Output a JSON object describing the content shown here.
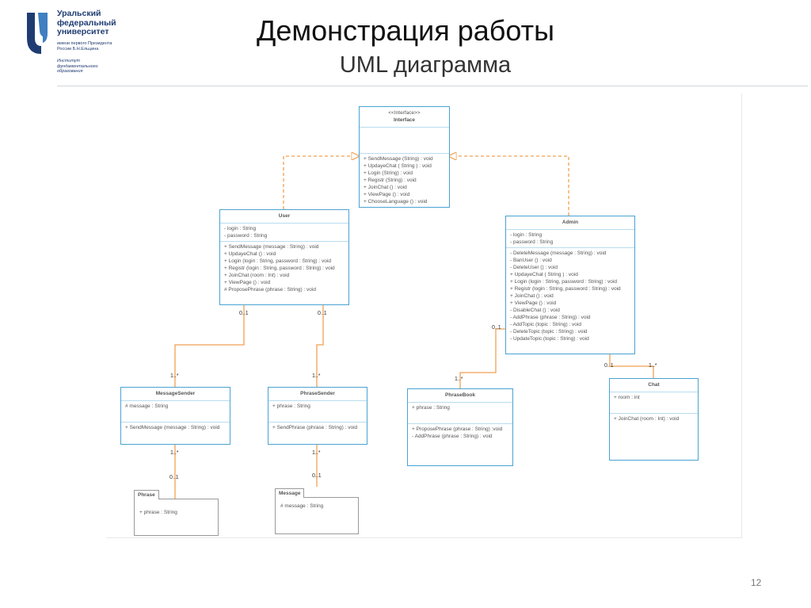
{
  "logo": {
    "name": "Уральский\nфедеральный\nуниверситет",
    "sub": "имени первого Президента\nРоссии Б.Н.Ельцина",
    "institute": "Институт\nфундаментального\nобразования",
    "color": "#1f3c72"
  },
  "slide": {
    "title": "Демонстрация работы",
    "subtitle": "UML диаграмма",
    "page_number": "12"
  },
  "diagram": {
    "classes": {
      "interface": {
        "stereotype": "<<Interface>>",
        "name": "Interface",
        "operations": [
          "+ SendMessage (String) : void",
          "+ UpdayeChat ( String ) : void",
          "+ Login (String) : void",
          "+ Registr (String) : void",
          "+ JoinChat () : void",
          "+ ViewPage () : void",
          "+ ChooseLanguage () : void"
        ]
      },
      "user": {
        "name": "User",
        "attributes": [
          "- login : String",
          "- password : String"
        ],
        "operations": [
          "+ SendMessage (message : String) : void",
          "+ UpdayeChat () : void",
          "+ Login (login : String, password : String) : void",
          "+ Registr (login : String, password : String) : void",
          "+ JoinChat (room : Int) : void",
          "+ ViewPage () : void",
          "# ProposePhrase (phrase : String) : void"
        ]
      },
      "admin": {
        "name": "Admin",
        "attributes": [
          "- login : String",
          "- password : String"
        ],
        "operations": [
          "- DeleteMessage (message : String) : void",
          "- BanUser () : void",
          "- DeleteUser () : void",
          "+ UpdayeChat ( String ) : void",
          "+ Login (login : String, password : String) : void",
          "+ Registr (login : String, password : String) : void",
          "+ JoinChat () : void",
          "+ ViewPage () : void",
          "- DisableChat () : void",
          "- AddPhrase (phrase : String) : void",
          "- AddTopic (topic : String) : void",
          "- DeleteTopic (topic : String) : void",
          "- UpdateTopic (topic : String) : void"
        ]
      },
      "message_sender": {
        "name": "MessageSender",
        "attributes": [
          "# message : String"
        ],
        "operations": [
          "+ SendMessage (message : String) : void"
        ]
      },
      "phrase_sender": {
        "name": "PhraseSender",
        "attributes": [
          "+ phrase : String"
        ],
        "operations": [
          "+ SendPhrase (phrase : String) : void"
        ]
      },
      "phrase_book": {
        "name": "PhraseBook",
        "attributes": [
          "+ phrase : String"
        ],
        "operations": [
          "+ ProposePhrase (phrase : String) :void",
          "- AddPhrase (phrase : String) : void"
        ]
      },
      "chat": {
        "name": "Chat",
        "attributes": [
          "+ room : int"
        ],
        "operations": [
          "+ JoinChat (room : Int) : void"
        ]
      }
    },
    "notes": {
      "phrase": {
        "name": "Phrase",
        "attribute": "+ phrase : String"
      },
      "message": {
        "name": "Message",
        "attribute": "# message : String"
      }
    },
    "multiplicities": {
      "zero_one": "0..1",
      "one_many": "1..*"
    },
    "colors": {
      "class_border": "#4aa3d3",
      "association": "#f0a050",
      "realization": "#f0a050",
      "note_border": "#9a9a9a"
    }
  }
}
